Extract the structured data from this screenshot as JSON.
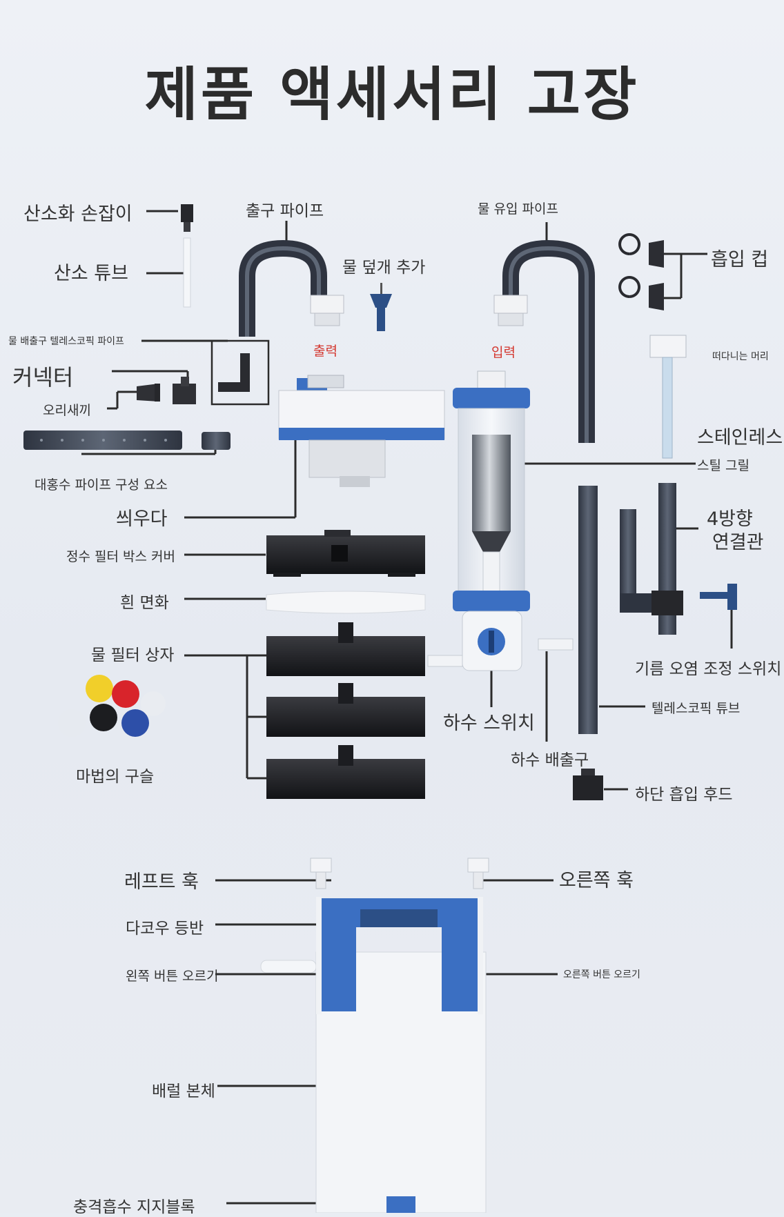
{
  "title": "제품 액세서리 고장",
  "labels": {
    "oxygen_handle": "산소화 손잡이",
    "oxygen_tube": "산소 튜브",
    "outlet_pipe": "출구 파이프",
    "water_inlet_pipe": "물 유입 파이프",
    "add_water_cover": "물 덮개 추가",
    "suction_cup": "흡입 컵",
    "drain_telescopic_pipe": "물 배출구 텔레스코픽 파이프",
    "output": "출력",
    "input": "입력",
    "floating_head": "떠다니는 머리",
    "connector": "커넥터",
    "duckbill": "오리새끼",
    "stainless": "스테인레스",
    "steel_grill": "스틸 그릴",
    "flood_pipe": "대홍수 파이프 구성 요소",
    "cover": "씌우다",
    "four_way": "4방향",
    "connecting_pipe": "연결관",
    "filter_box_cover": "정수 필터 박스 커버",
    "white_cotton": "흰 면화",
    "water_filter_box": "물 필터 상자",
    "oil_adjust_switch": "기름 오염 조정 스위치",
    "telescopic_tube": "텔레스코픽 튜브",
    "sewage_switch": "하수 스위치",
    "magic_beads": "마법의 구슬",
    "sewage_outlet": "하수 배출구",
    "bottom_suction_hood": "하단 흡입 후드",
    "left_hook": "레프트 훅",
    "right_hook": "오른쪽 훅",
    "dakou_climb": "다코우 등반",
    "left_button_climb": "왼쪽 버튼 오르기",
    "right_button_climb": "오른쪽 버튼 오르기",
    "barrel_body": "배럴 본체",
    "shock_block": "충격흡수 지지블록"
  },
  "colors": {
    "blue": "#3b6fc2",
    "dark": "#26272b",
    "line": "#2b2b2b",
    "red": "#d4372f"
  }
}
